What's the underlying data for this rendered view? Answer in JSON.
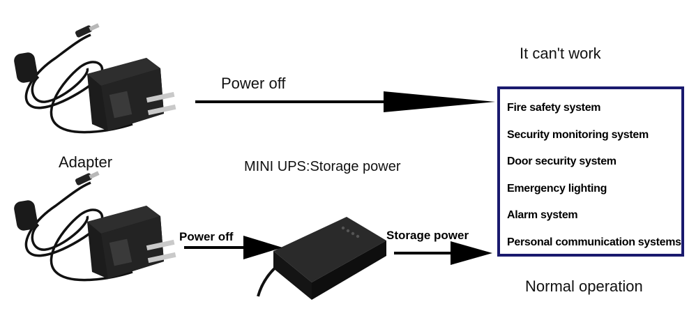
{
  "labels": {
    "adapter": "Adapter",
    "power_off_top": "Power off",
    "power_off_bottom": "Power off",
    "mini_ups": "MINI UPS:Storage power",
    "storage_power": "Storage power",
    "cant_work": "It can't work",
    "normal_operation": "Normal operation"
  },
  "systems": [
    "Fire safety system",
    "Security monitoring system",
    "Door security  system",
    "Emergency lighting",
    "Alarm system",
    "Personal communication systems"
  ],
  "colors": {
    "box_border": "#1a1a6e",
    "adapter_body": "#1c1c1c",
    "ups_body": "#121212",
    "arrow": "#000000"
  },
  "icons": [
    "power-adapter-icon",
    "power-adapter-icon",
    "mini-ups-icon"
  ]
}
